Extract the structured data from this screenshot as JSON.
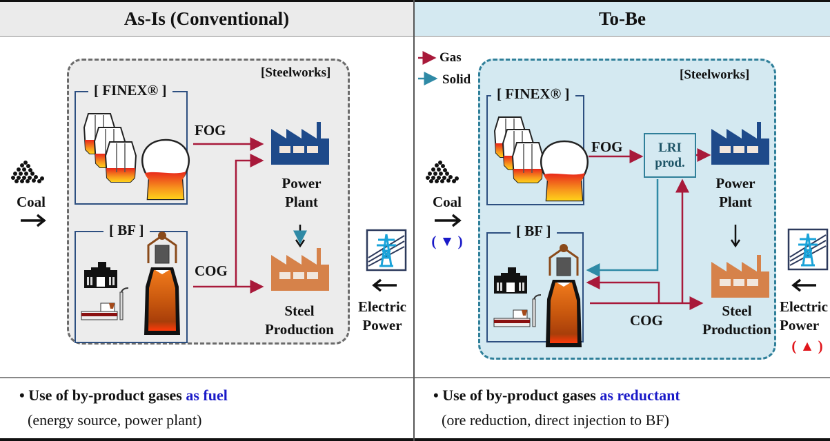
{
  "left_panel": {
    "title": "As-Is (Conventional)",
    "steelworks_label": "[Steelworks]",
    "finex_label": "[ FINEX® ]",
    "bf_label": "[ BF ]",
    "fog_label": "FOG",
    "cog_label": "COG",
    "power_plant_label": [
      "Power",
      "Plant"
    ],
    "steel_production_label": [
      "Steel",
      "Production"
    ],
    "coal_label": "Coal",
    "electric_power_label": [
      "Electric",
      "Power"
    ],
    "bullet_main": "Use of by-product gases ",
    "bullet_highlight": "as fuel",
    "bullet_sub": "(energy source, power plant)"
  },
  "right_panel": {
    "title": "To-Be",
    "legend": [
      {
        "label": "Gas",
        "color": "#a8193a"
      },
      {
        "label": "Solid",
        "color": "#2f8aa6"
      }
    ],
    "steelworks_label": "[Steelworks]",
    "finex_label": "[ FINEX® ]",
    "bf_label": "[ BF ]",
    "fog_label": "FOG",
    "cog_label": "COG",
    "lri_label": [
      "LRI",
      "prod."
    ],
    "power_plant_label": [
      "Power",
      "Plant"
    ],
    "steel_production_label": [
      "Steel",
      "Production"
    ],
    "coal_label": "Coal",
    "coal_change": "( ▼ )",
    "electric_power_label": [
      "Electric",
      "Power"
    ],
    "electric_change": "( ▲ )",
    "bullet_main": "Use of by-product gases ",
    "bullet_highlight": "as reductant",
    "bullet_sub": "(ore reduction, direct injection to BF)"
  },
  "colors": {
    "gas": "#a8193a",
    "solid": "#2f8aa6",
    "highlight": "#1a1ac8",
    "power_plant": "#1e4a8a",
    "steel_production": "#d6824a",
    "decrease": "#1a1ac8",
    "increase": "#e0151b"
  }
}
